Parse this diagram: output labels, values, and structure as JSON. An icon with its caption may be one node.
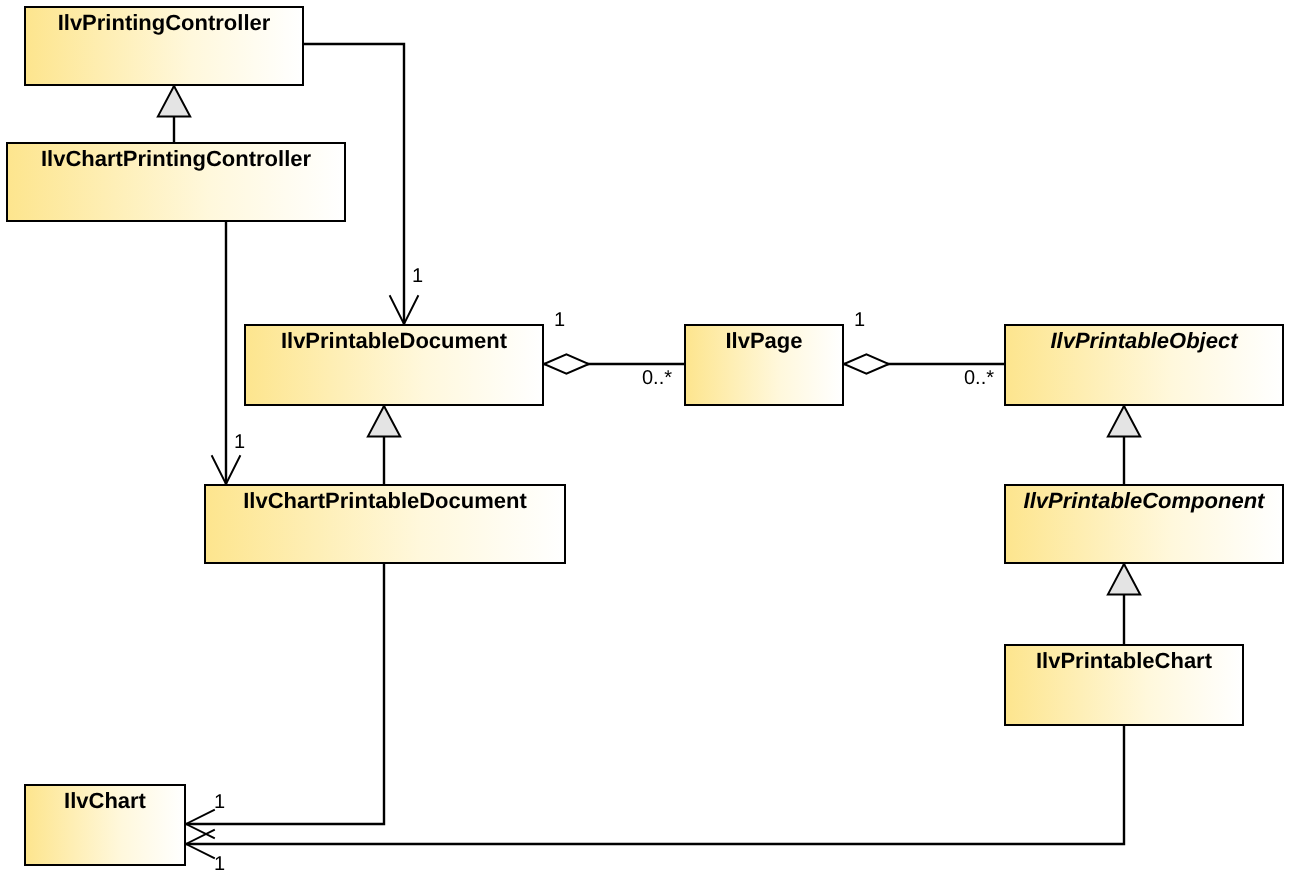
{
  "diagram": {
    "nodes": [
      {
        "text": [
          "IlvPrintingController"
        ]
      },
      {
        "text": [
          "IlvChartPrintingController"
        ]
      },
      {
        "text": [
          "IlvPrintableDocument"
        ]
      },
      {
        "text": [
          "IlvPage"
        ]
      },
      {
        "text": [
          "IlvPrintableObject"
        ]
      },
      {
        "text": [
          "IlvChartPrintableDocument"
        ]
      },
      {
        "text": [
          "IlvPrintableComponent"
        ]
      },
      {
        "text": [
          "IlvPrintableChart"
        ]
      },
      {
        "text": [
          "IlvChart"
        ]
      }
    ],
    "edges": [
      {
        "from": 1,
        "to": 0,
        "arrow": "to"
      },
      {
        "from": 0,
        "to": 2,
        "arrow": "to"
      },
      {
        "from": 1,
        "to": 5,
        "arrow": "to"
      },
      {
        "from": 5,
        "to": 2,
        "arrow": "to"
      },
      {
        "from": 2,
        "to": 3,
        "arrow": "other"
      },
      {
        "from": 3,
        "to": 4,
        "arrow": "other"
      },
      {
        "from": 6,
        "to": 4,
        "arrow": "to"
      },
      {
        "from": 7,
        "to": 6,
        "arrow": "to"
      },
      {
        "from": 5,
        "to": 8,
        "arrow": "to"
      },
      {
        "from": 7,
        "to": 8,
        "arrow": "to"
      }
    ],
    "labels": [
      "1",
      "1",
      "1",
      "0..*",
      "0..*",
      "1",
      "1",
      "1"
    ]
  }
}
